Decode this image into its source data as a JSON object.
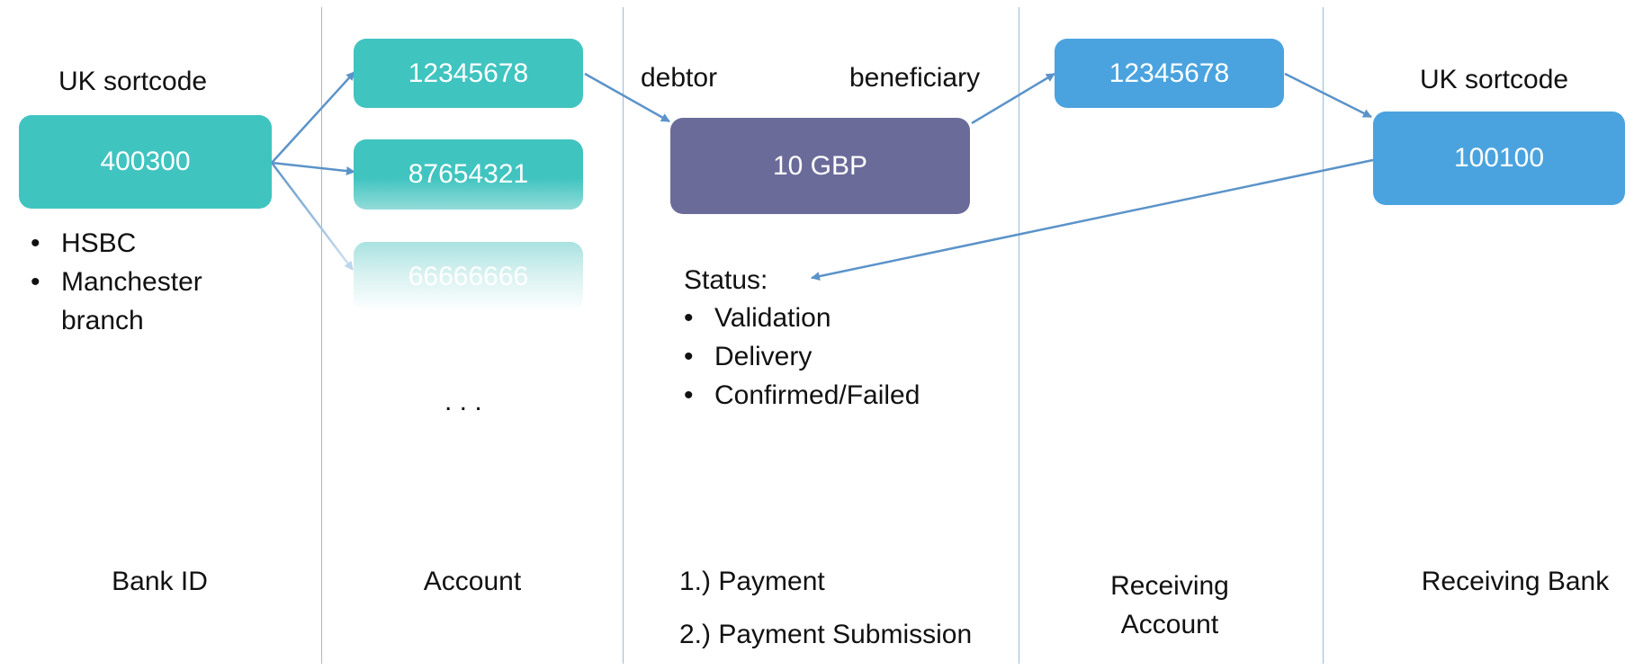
{
  "bank_id": {
    "caption": "UK sortcode",
    "sortcode": "400300",
    "details": [
      "HSBC",
      "Manchester branch"
    ],
    "column_label": "Bank ID"
  },
  "account": {
    "accounts": [
      "12345678",
      "87654321",
      "66666666"
    ],
    "ellipsis": ". . .",
    "column_label": "Account"
  },
  "payment": {
    "debtor_label": "debtor",
    "beneficiary_label": "beneficiary",
    "amount": "10 GBP",
    "status_title": "Status:",
    "status_items": [
      "Validation",
      "Delivery",
      "Confirmed/Failed"
    ],
    "column_labels": [
      "1.) Payment",
      "2.) Payment Submission"
    ]
  },
  "receiving_account": {
    "account": "12345678",
    "column_label_lines": [
      "Receiving",
      "Account"
    ]
  },
  "receiving_bank": {
    "caption": "UK sortcode",
    "sortcode": "100100",
    "column_label": "Receiving Bank"
  },
  "colors": {
    "teal": "#40c4c0",
    "purple": "#6b6b9a",
    "blue": "#4aa3df",
    "arrow": "#5b93c9",
    "divider": "#9bbcd6"
  }
}
